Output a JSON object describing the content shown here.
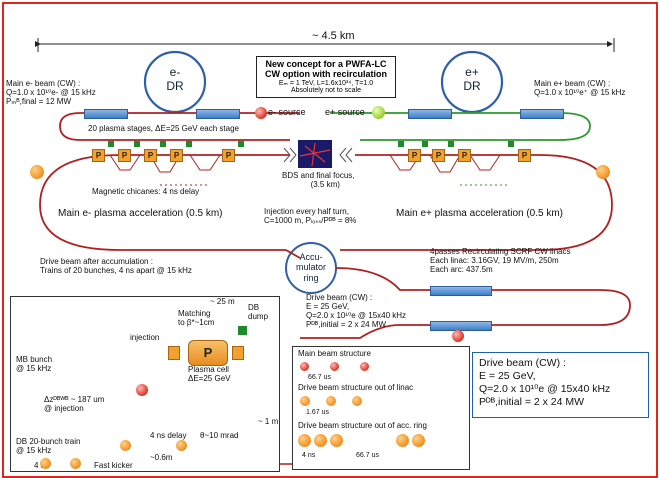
{
  "header": {
    "span": "~ 4.5 km"
  },
  "concept": {
    "line1": "New concept for a PWFA-LC",
    "line2": "CW option with recirculation",
    "line3": "Eₘ = 1 TeV, L=1.6x10³⁴, T=1.0",
    "line4": "Absolutely not to scale"
  },
  "rings": {
    "e_dr_a": "e-",
    "e_dr_b": "DR",
    "p_dr_a": "e+",
    "p_dr_b": "DR",
    "acc_a": "Accu-",
    "acc_b": "mulator",
    "acc_c": "ring"
  },
  "left_beam": {
    "l1": "Main e- beam (CW) :",
    "l2": "Q=1.0 x 10¹⁰e- @ 15 kHz",
    "l3": "Pₘᴮ,final = 12 MW"
  },
  "right_beam": {
    "l1": "Main e+ beam (CW) :",
    "l2": "Q=1.0 x 10¹⁰e⁺ @ 15 kHz"
  },
  "sources": {
    "e": "e- source",
    "p": "e+ source"
  },
  "labels": {
    "plasma_stages": "20 plasma stages, ΔE=25 GeV each stage",
    "bds1": "BDS and final focus,",
    "bds2": "(3.5 km)",
    "chicanes": "Magnetic chicanes: 4 ns delay",
    "main_e_acc": "Main e- plasma acceleration (0.5 km)",
    "main_p_acc": "Main e+ plasma acceleration (0.5 km)",
    "inj1": "Injection every half turn,",
    "inj2": "C=1000 m, Pₗₒₛₛ/Pᴰᴮ = 8%",
    "drive_acc1": "Drive beam after accumulation :",
    "drive_acc2": "Trains of 20 bunches, 4 ns apart @ 15 kHz",
    "recirc1": "4passes Recirculating SCRF CW linacs",
    "recirc2": "Each linac: 3.16GV, 19 MV/m,  250m",
    "recirc3": "Each arc: 437.5m",
    "db_cw1": "Drive beam (CW) :",
    "db_cw2": "E = 25 GeV,",
    "db_cw3": "Q=2.0 x 10¹⁰e @ 15x40 kHz",
    "db_cw4": "Pᴰᴮ,initial = 2 x 24 MW"
  },
  "inset": {
    "dist25": "~ 25 m",
    "matching1": "Matching",
    "matching2": "to β*~1cm",
    "db": "DB",
    "dump": "dump",
    "mb1": "MB bunch",
    "mb2": "@ 15 kHz",
    "injection": "injection",
    "p": "P",
    "plasma1": "Plasma cell",
    "plasma2": "ΔE=25  GeV",
    "dz1": "Δzᴰᴮᵂᴮ ~ 187 um",
    "dz2": "@ injection",
    "one_m": "~ 1 m",
    "train1": "DB 20-bunch train",
    "train2": "@ 15 kHz",
    "delay": "4 ns delay",
    "theta": "θ~10  mrad",
    "d06": "~0.6m",
    "four_ns": "4 ns",
    "kicker": "Fast kicker"
  },
  "structure": {
    "t1": "Main beam structure",
    "s1": "66.7 us",
    "t2": "Drive beam structure out of linac",
    "s2": "1.67 us",
    "t3": "Drive beam structure out of acc. ring",
    "s3a": "4 ns",
    "s3b": "66.7 us"
  },
  "db_box": {
    "l1": "Drive beam (CW) :",
    "l2": "E = 25 GeV,",
    "l3": "Q=2.0 x 10¹⁰e @ 15x40 kHz",
    "l4": "Pᴰᴮ,initial = 2 x 24 MW"
  },
  "colors": {
    "beam_red": "#b02020",
    "beam_green": "#2c9a2c",
    "ring_blue": "#2f5fa8",
    "frame": "#e0261b"
  }
}
